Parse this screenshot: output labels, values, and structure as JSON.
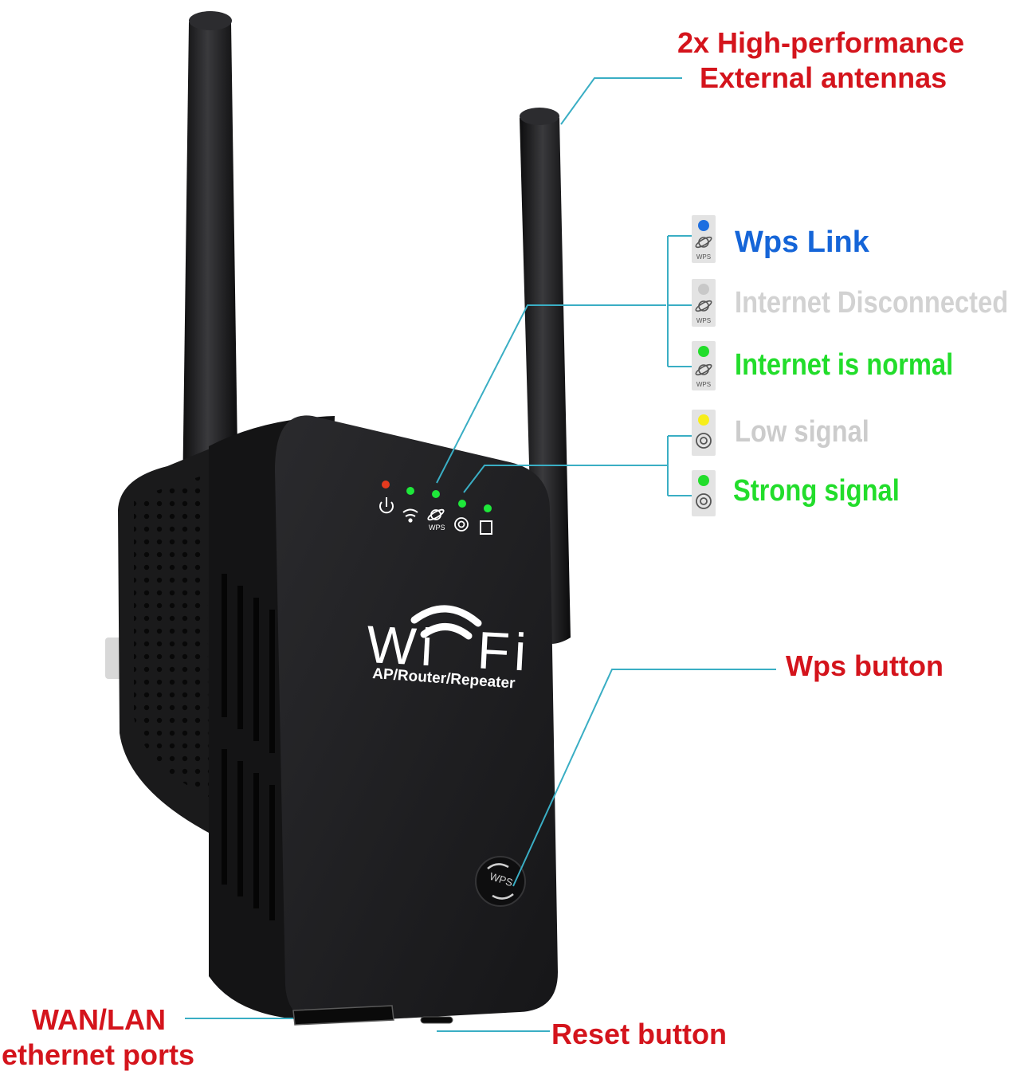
{
  "callouts": {
    "antennas": [
      "2x High-performance",
      "External antennas"
    ],
    "wps_button": "Wps button",
    "reset_button": "Reset button",
    "ports": [
      "WAN/LAN",
      "ethernet ports"
    ]
  },
  "legend": {
    "wps_link": {
      "text": "Wps Link",
      "color": "#1565d8",
      "led": "#1e6fe0"
    },
    "internet_disconnected": {
      "text": "Internet Disconnected",
      "color": "#d2d2d2",
      "led": "#c8c8c8"
    },
    "internet_normal": {
      "text": "Internet is normal",
      "color": "#22dd2b",
      "led": "#22dd2b"
    },
    "low_signal": {
      "text": "Low signal",
      "color": "#cccccc",
      "led": "#f7ee1a"
    },
    "strong_signal": {
      "text": "Strong signal",
      "color": "#22dd2b",
      "led": "#22dd2b"
    },
    "wps_icon_label": "WPS"
  },
  "device": {
    "brand": "Wi Fi",
    "subtitle": "AP/Router/Repeater",
    "wps_button_label": "WPS",
    "led_power_color": "#e53a1e",
    "led_on_color": "#1ee83a"
  },
  "colors": {
    "callout_text": "#d4141c",
    "leader_line": "#3aaec4",
    "body": "#1b1b1d"
  }
}
